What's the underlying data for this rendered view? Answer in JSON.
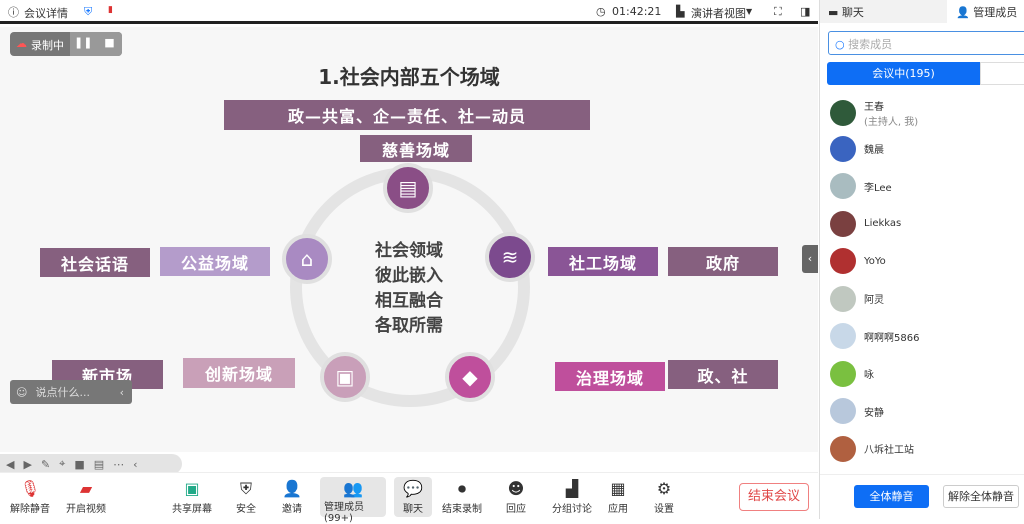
{
  "topbar": {
    "meeting_info": "会议详情",
    "timer": "01:42:21",
    "view": "演讲者视图"
  },
  "recording": {
    "label": "录制中"
  },
  "slide": {
    "title": "1.社会内部五个场域",
    "banner": "政—共富、企—责任、社—动员",
    "charity": "慈善场域",
    "center": [
      "社会领域",
      "彼此嵌入",
      "相互融合",
      "各取所需"
    ],
    "left_top": [
      "社会话语",
      "公益场域"
    ],
    "right_top": [
      "社工场域",
      "政府"
    ],
    "left_bottom": [
      "新市场",
      "创新场域"
    ],
    "right_bottom": [
      "治理场域",
      "政、社"
    ]
  },
  "chat_input": {
    "placeholder": "说点什么..."
  },
  "toolbar": {
    "items": [
      "解除静音",
      "开启视频",
      "共享屏幕",
      "安全",
      "邀请",
      "管理成员(99+)",
      "聊天",
      "结束录制",
      "回应",
      "分组讨论",
      "应用",
      "设置"
    ],
    "end": "结束会议"
  },
  "sidebar": {
    "tabs": [
      "聊天",
      "管理成员"
    ],
    "search_placeholder": "搜索成员",
    "in_meeting": "会议中(195)",
    "members": [
      {
        "name": "王春",
        "sub": "(主持人, 我)",
        "color": "#2f5a3a"
      },
      {
        "name": "魏晨",
        "color": "#3a64c0"
      },
      {
        "name": "李Lee",
        "color": "#a9bcc0"
      },
      {
        "name": "Liekkas",
        "color": "#7a4040"
      },
      {
        "name": "YoYo",
        "color": "#b03030"
      },
      {
        "name": "阿灵",
        "color": "#c0c8c0"
      },
      {
        "name": "啊啊啊5866",
        "color": "#c8d8e8"
      },
      {
        "name": "咏",
        "color": "#7ac040"
      },
      {
        "name": "安静",
        "color": "#b8c8dc"
      },
      {
        "name": "八坼社工站",
        "color": "#b06040"
      }
    ],
    "mute_all": "全体静音",
    "unmute_all": "解除全体静音"
  },
  "colors": {
    "accent": "#0e6ef5",
    "slide_dark": "#86607f"
  }
}
